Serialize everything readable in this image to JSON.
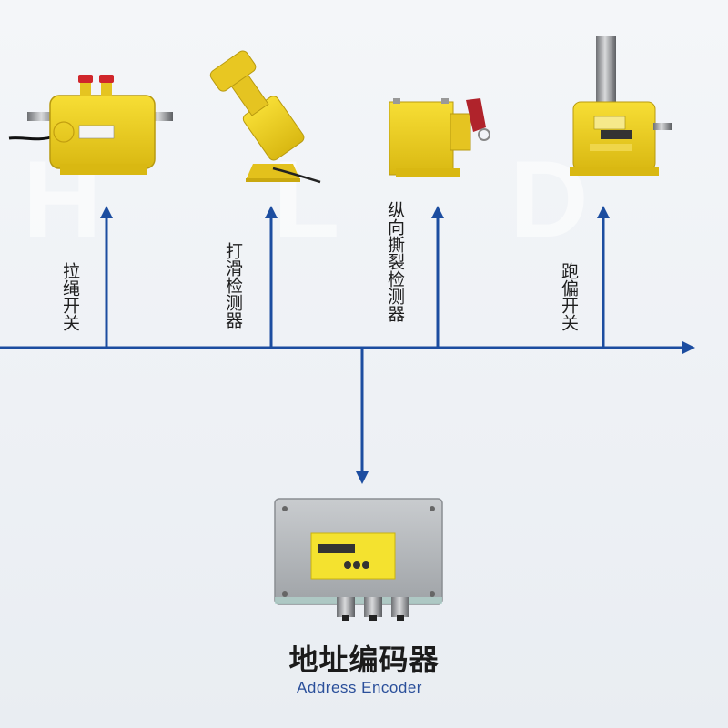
{
  "devices": [
    {
      "label": "拉绳开关",
      "icon": "pull-cord-switch-icon"
    },
    {
      "label": "打滑检测器",
      "icon": "slip-detector-icon"
    },
    {
      "label": "纵向撕裂检测器",
      "icon": "tear-detector-icon"
    },
    {
      "label": "跑偏开关",
      "icon": "deviation-switch-icon"
    }
  ],
  "encoder": {
    "title": "地址编码器",
    "subtitle": "Address Encoder",
    "icon": "address-encoder-box-icon"
  },
  "colors": {
    "line": "#1c4da0",
    "device_yellow": "#f2d21e",
    "device_yellow_dark": "#c9a80f",
    "subtitle": "#2a4f9a"
  }
}
